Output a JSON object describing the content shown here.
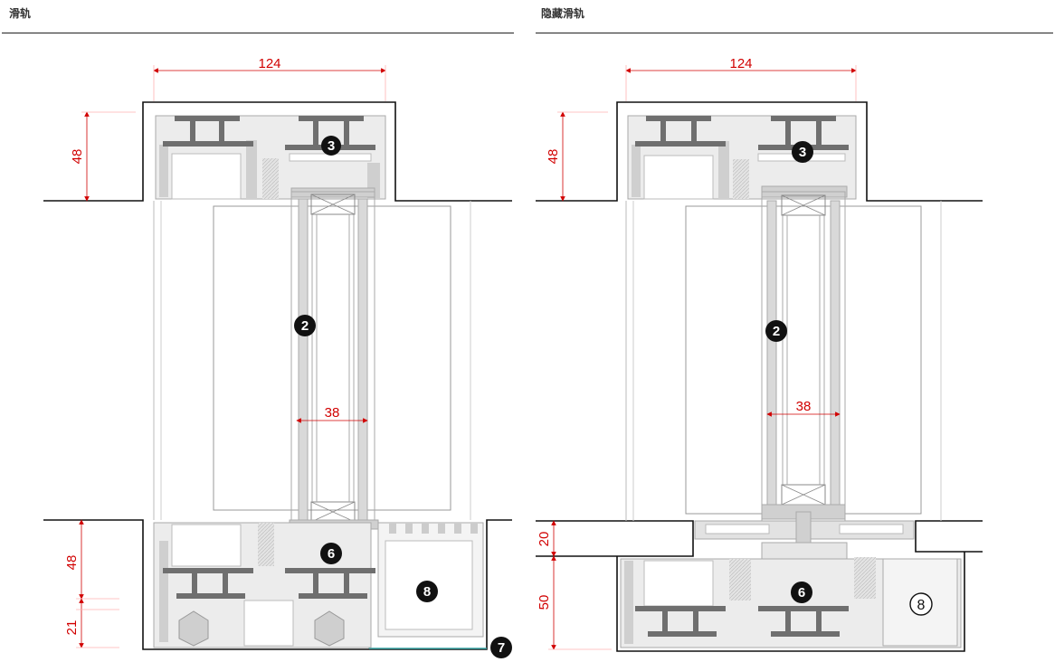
{
  "left": {
    "title": "滑轨",
    "dims": {
      "top_width": "124",
      "top_height": "48",
      "glass": "38",
      "bottom_upper": "48",
      "bottom_lower": "21"
    },
    "callouts": {
      "glass": "2",
      "top": "3",
      "bottom": "6",
      "sill": "7",
      "box": "8"
    }
  },
  "right": {
    "title": "隐藏滑轨",
    "dims": {
      "top_width": "124",
      "top_height": "48",
      "glass": "38",
      "bottom_upper": "20",
      "bottom_lower": "50"
    },
    "callouts": {
      "glass": "2",
      "top": "3",
      "bottom": "6",
      "box": "8"
    }
  },
  "colors": {
    "dimension": "#d10000",
    "profile_dark": "#6f6f6f",
    "profile_light": "#c9c9c9",
    "outline": "#111111",
    "accent": "#3aa6a6"
  }
}
